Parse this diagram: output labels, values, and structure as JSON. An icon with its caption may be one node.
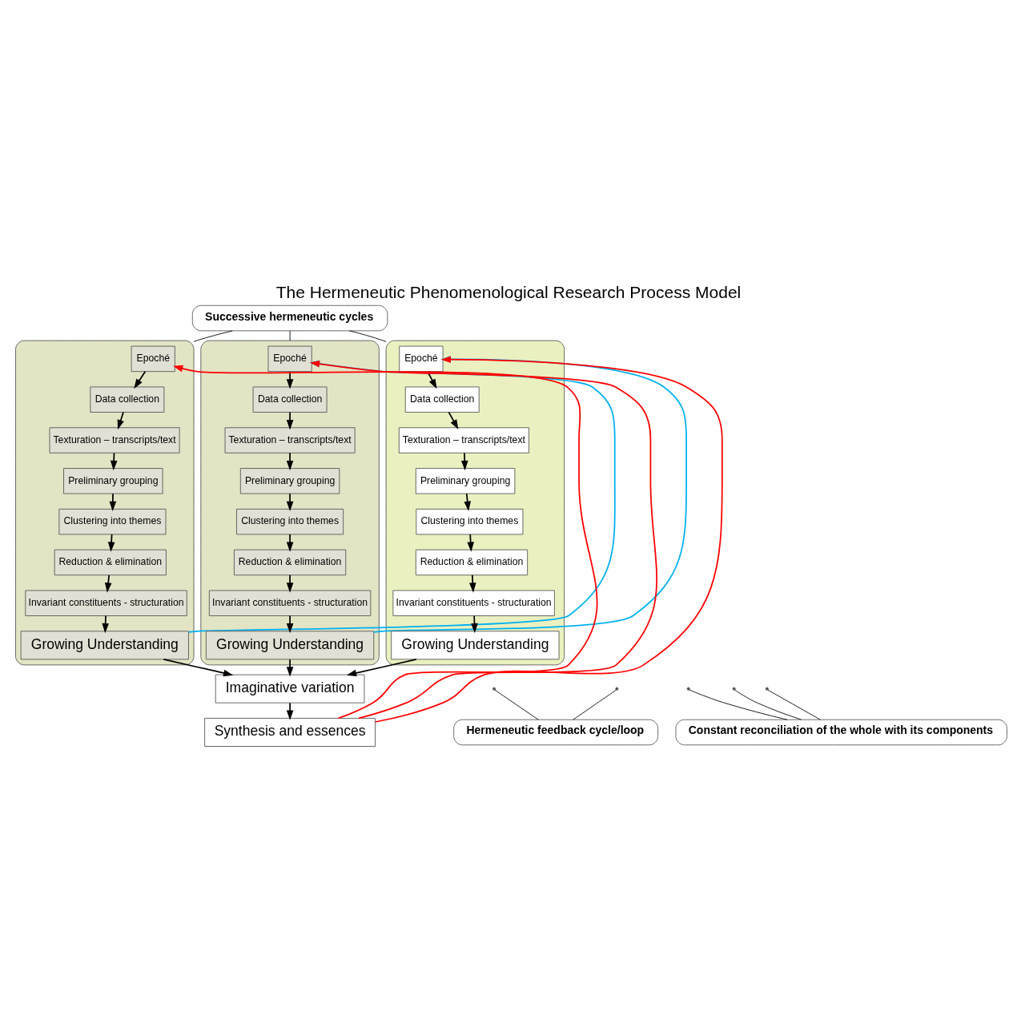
{
  "diagram": {
    "title": "The Hermeneutic Phenomenological Research Process Model",
    "nodes": [
      {
        "text": [],
        "shape": "box"
      },
      {
        "text": [
          "Epoché"
        ],
        "in": 0
      },
      {
        "text": [
          "Data collection"
        ],
        "in": 0
      },
      {
        "text": [
          "Texturation – transcripts/text"
        ],
        "in": 0
      },
      {
        "text": [
          "Preliminary grouping"
        ],
        "in": 0
      },
      {
        "text": [
          "Clustering into themes"
        ],
        "in": 0
      },
      {
        "text": [
          "Reduction & elimination"
        ],
        "in": 0
      },
      {
        "text": [
          "Invariant constituents - structuration"
        ],
        "in": 0
      },
      {
        "text": [
          "Growing Understanding"
        ],
        "in": 0
      },
      {
        "text": [],
        "shape": "box"
      },
      {
        "text": [
          "Epoché"
        ],
        "in": 9
      },
      {
        "text": [
          "Data collection"
        ],
        "in": 9
      },
      {
        "text": [
          "Texturation – transcripts/text"
        ],
        "in": 9
      },
      {
        "text": [
          "Preliminary grouping"
        ],
        "in": 9
      },
      {
        "text": [
          "Clustering into themes"
        ],
        "in": 9
      },
      {
        "text": [
          "Reduction & elimination"
        ],
        "in": 9
      },
      {
        "text": [
          "Invariant constituents - structuration"
        ],
        "in": 9
      },
      {
        "text": [
          "Growing Understanding"
        ],
        "in": 9
      },
      {
        "text": [],
        "shape": "box"
      },
      {
        "text": [
          "Epoché"
        ],
        "in": 18
      },
      {
        "text": [
          "Data collection"
        ],
        "in": 18
      },
      {
        "text": [
          "Texturation – transcripts/text"
        ],
        "in": 18
      },
      {
        "text": [
          "Preliminary grouping"
        ],
        "in": 18
      },
      {
        "text": [
          "Clustering into themes"
        ],
        "in": 18
      },
      {
        "text": [
          "Reduction & elimination"
        ],
        "in": 18
      },
      {
        "text": [
          "Invariant constituents - structuration"
        ],
        "in": 18
      },
      {
        "text": [
          "Growing Understanding"
        ],
        "in": 18
      },
      {
        "text": [
          "Imaginative variation"
        ]
      },
      {
        "text": [
          "Synthesis and essences"
        ]
      },
      {
        "text": [
          "Successive hermeneutic cycles"
        ]
      },
      {
        "text": [
          "Hermeneutic feedback cycle/loop"
        ]
      },
      {
        "text": [
          "Constant reconciliation of the whole with its components"
        ]
      }
    ],
    "edges": [
      {
        "from": 1,
        "to": 2,
        "arrow": "to"
      },
      {
        "from": 2,
        "to": 3,
        "arrow": "to"
      },
      {
        "from": 3,
        "to": 4,
        "arrow": "to"
      },
      {
        "from": 4,
        "to": 5,
        "arrow": "to"
      },
      {
        "from": 5,
        "to": 6,
        "arrow": "to"
      },
      {
        "from": 6,
        "to": 7,
        "arrow": "to"
      },
      {
        "from": 7,
        "to": 8,
        "arrow": "to"
      },
      {
        "from": 10,
        "to": 11,
        "arrow": "to"
      },
      {
        "from": 11,
        "to": 12,
        "arrow": "to"
      },
      {
        "from": 12,
        "to": 13,
        "arrow": "to"
      },
      {
        "from": 13,
        "to": 14,
        "arrow": "to"
      },
      {
        "from": 14,
        "to": 15,
        "arrow": "to"
      },
      {
        "from": 15,
        "to": 16,
        "arrow": "to"
      },
      {
        "from": 16,
        "to": 17,
        "arrow": "to"
      },
      {
        "from": 19,
        "to": 20,
        "arrow": "to"
      },
      {
        "from": 20,
        "to": 21,
        "arrow": "to"
      },
      {
        "from": 21,
        "to": 22,
        "arrow": "to"
      },
      {
        "from": 22,
        "to": 23,
        "arrow": "to"
      },
      {
        "from": 23,
        "to": 24,
        "arrow": "to"
      },
      {
        "from": 24,
        "to": 25,
        "arrow": "to"
      },
      {
        "from": 25,
        "to": 26,
        "arrow": "to"
      },
      {
        "from": 8,
        "to": 27,
        "arrow": "to"
      },
      {
        "from": 17,
        "to": 27,
        "arrow": "to"
      },
      {
        "from": 26,
        "to": 27,
        "arrow": "to"
      },
      {
        "from": 27,
        "to": 28,
        "arrow": "to"
      },
      {
        "from": 8,
        "to": 10,
        "arrow": "to",
        "color": "#00b0f0"
      },
      {
        "from": 17,
        "to": 19,
        "arrow": "to",
        "color": "#00b0f0"
      },
      {
        "from": 28,
        "to": 1,
        "arrow": "to",
        "color": "#ff0000"
      },
      {
        "from": 28,
        "to": 10,
        "arrow": "to",
        "color": "#ff0000"
      },
      {
        "from": 28,
        "to": 19,
        "arrow": "to",
        "color": "#ff0000"
      },
      {
        "from": 29,
        "to": 0,
        "arrow": "none"
      },
      {
        "from": 29,
        "to": 9,
        "arrow": "none"
      },
      {
        "from": 29,
        "to": 18,
        "arrow": "none"
      },
      {
        "from": 30,
        "to": null,
        "arrow": "none"
      },
      {
        "from": 30,
        "to": null,
        "arrow": "none"
      },
      {
        "from": 31,
        "to": null,
        "arrow": "none"
      },
      {
        "from": 31,
        "to": null,
        "arrow": "none"
      },
      {
        "from": 31,
        "to": null,
        "arrow": "none"
      }
    ]
  }
}
